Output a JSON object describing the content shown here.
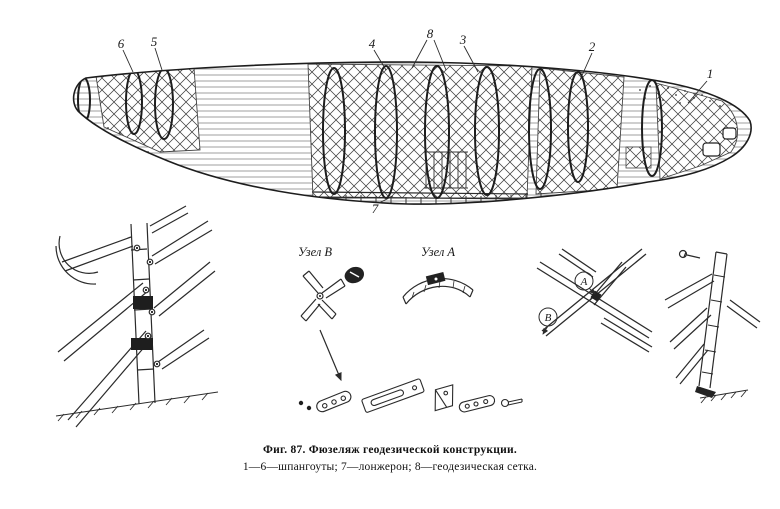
{
  "figure": {
    "callouts": {
      "n1": "1",
      "n2": "2",
      "n3": "3",
      "n4": "4",
      "n5": "5",
      "n6": "6",
      "n7": "7",
      "n8": "8"
    },
    "details": {
      "node_b_label": "Узел В",
      "node_a_label": "Узел А",
      "node_a_letter": "А",
      "node_b_letter": "В"
    },
    "caption": {
      "title": "Фиг. 87. Фюзеляж геодезической конструкции.",
      "legend": "1—6—шпангоуты; 7—лонжерон; 8—геодезическая сетка."
    },
    "ink_color": "#2b2b2b"
  }
}
